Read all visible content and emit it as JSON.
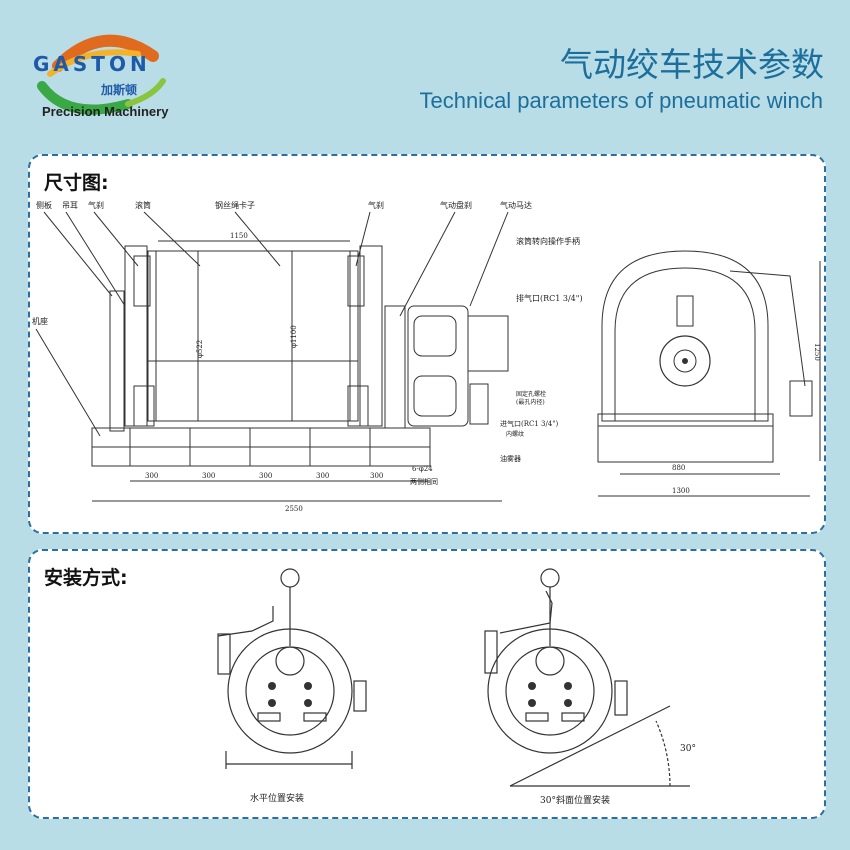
{
  "brand": {
    "name": "GASTON",
    "name_cn": "加斯顿",
    "tagline": "Precision Machinery"
  },
  "header": {
    "title_cn": "气动绞车技术参数",
    "title_en": "Technical parameters of pneumatic winch"
  },
  "section_dimensions": {
    "title": "尺寸图:",
    "callouts": {
      "side_plate": "侧板",
      "lifting_lug": "吊耳",
      "air_brake_left": "气刹",
      "drum": "滚筒",
      "rope_clamp": "钢丝绳卡子",
      "air_brake_right": "气刹",
      "air_disc_brake": "气动盘刹",
      "air_motor": "气动马达",
      "drum_direction_handle": "滚筒转向操作手柄",
      "exhaust_port": "排气口(RC1 3/4\")",
      "base": "机座",
      "mount_hole": "固定孔螺栓",
      "mount_hole_sub": "(最孔内径)",
      "inlet_port": "进气口(RC1 3/4\")",
      "inlet_port_sub": "内螺纹",
      "oil_mist": "油雾器"
    },
    "dims": {
      "drum_len": "1150",
      "drum_dia": "φ522",
      "flange_dia": "φ1100",
      "spacing": "300",
      "holes": "6-φ24",
      "holes_note": "两侧相同",
      "total_len": "2550",
      "width_inner": "880",
      "width_total": "1300",
      "height_total": "1250"
    }
  },
  "section_install": {
    "title": "安装方式:",
    "horizontal_caption": "水平位置安装",
    "incline_caption": "30°斜面位置安装",
    "angle_label": "30°"
  },
  "colors": {
    "accent": "#1c6f9c",
    "background": "#b9dde6",
    "panel_border": "#2a6fa3"
  }
}
